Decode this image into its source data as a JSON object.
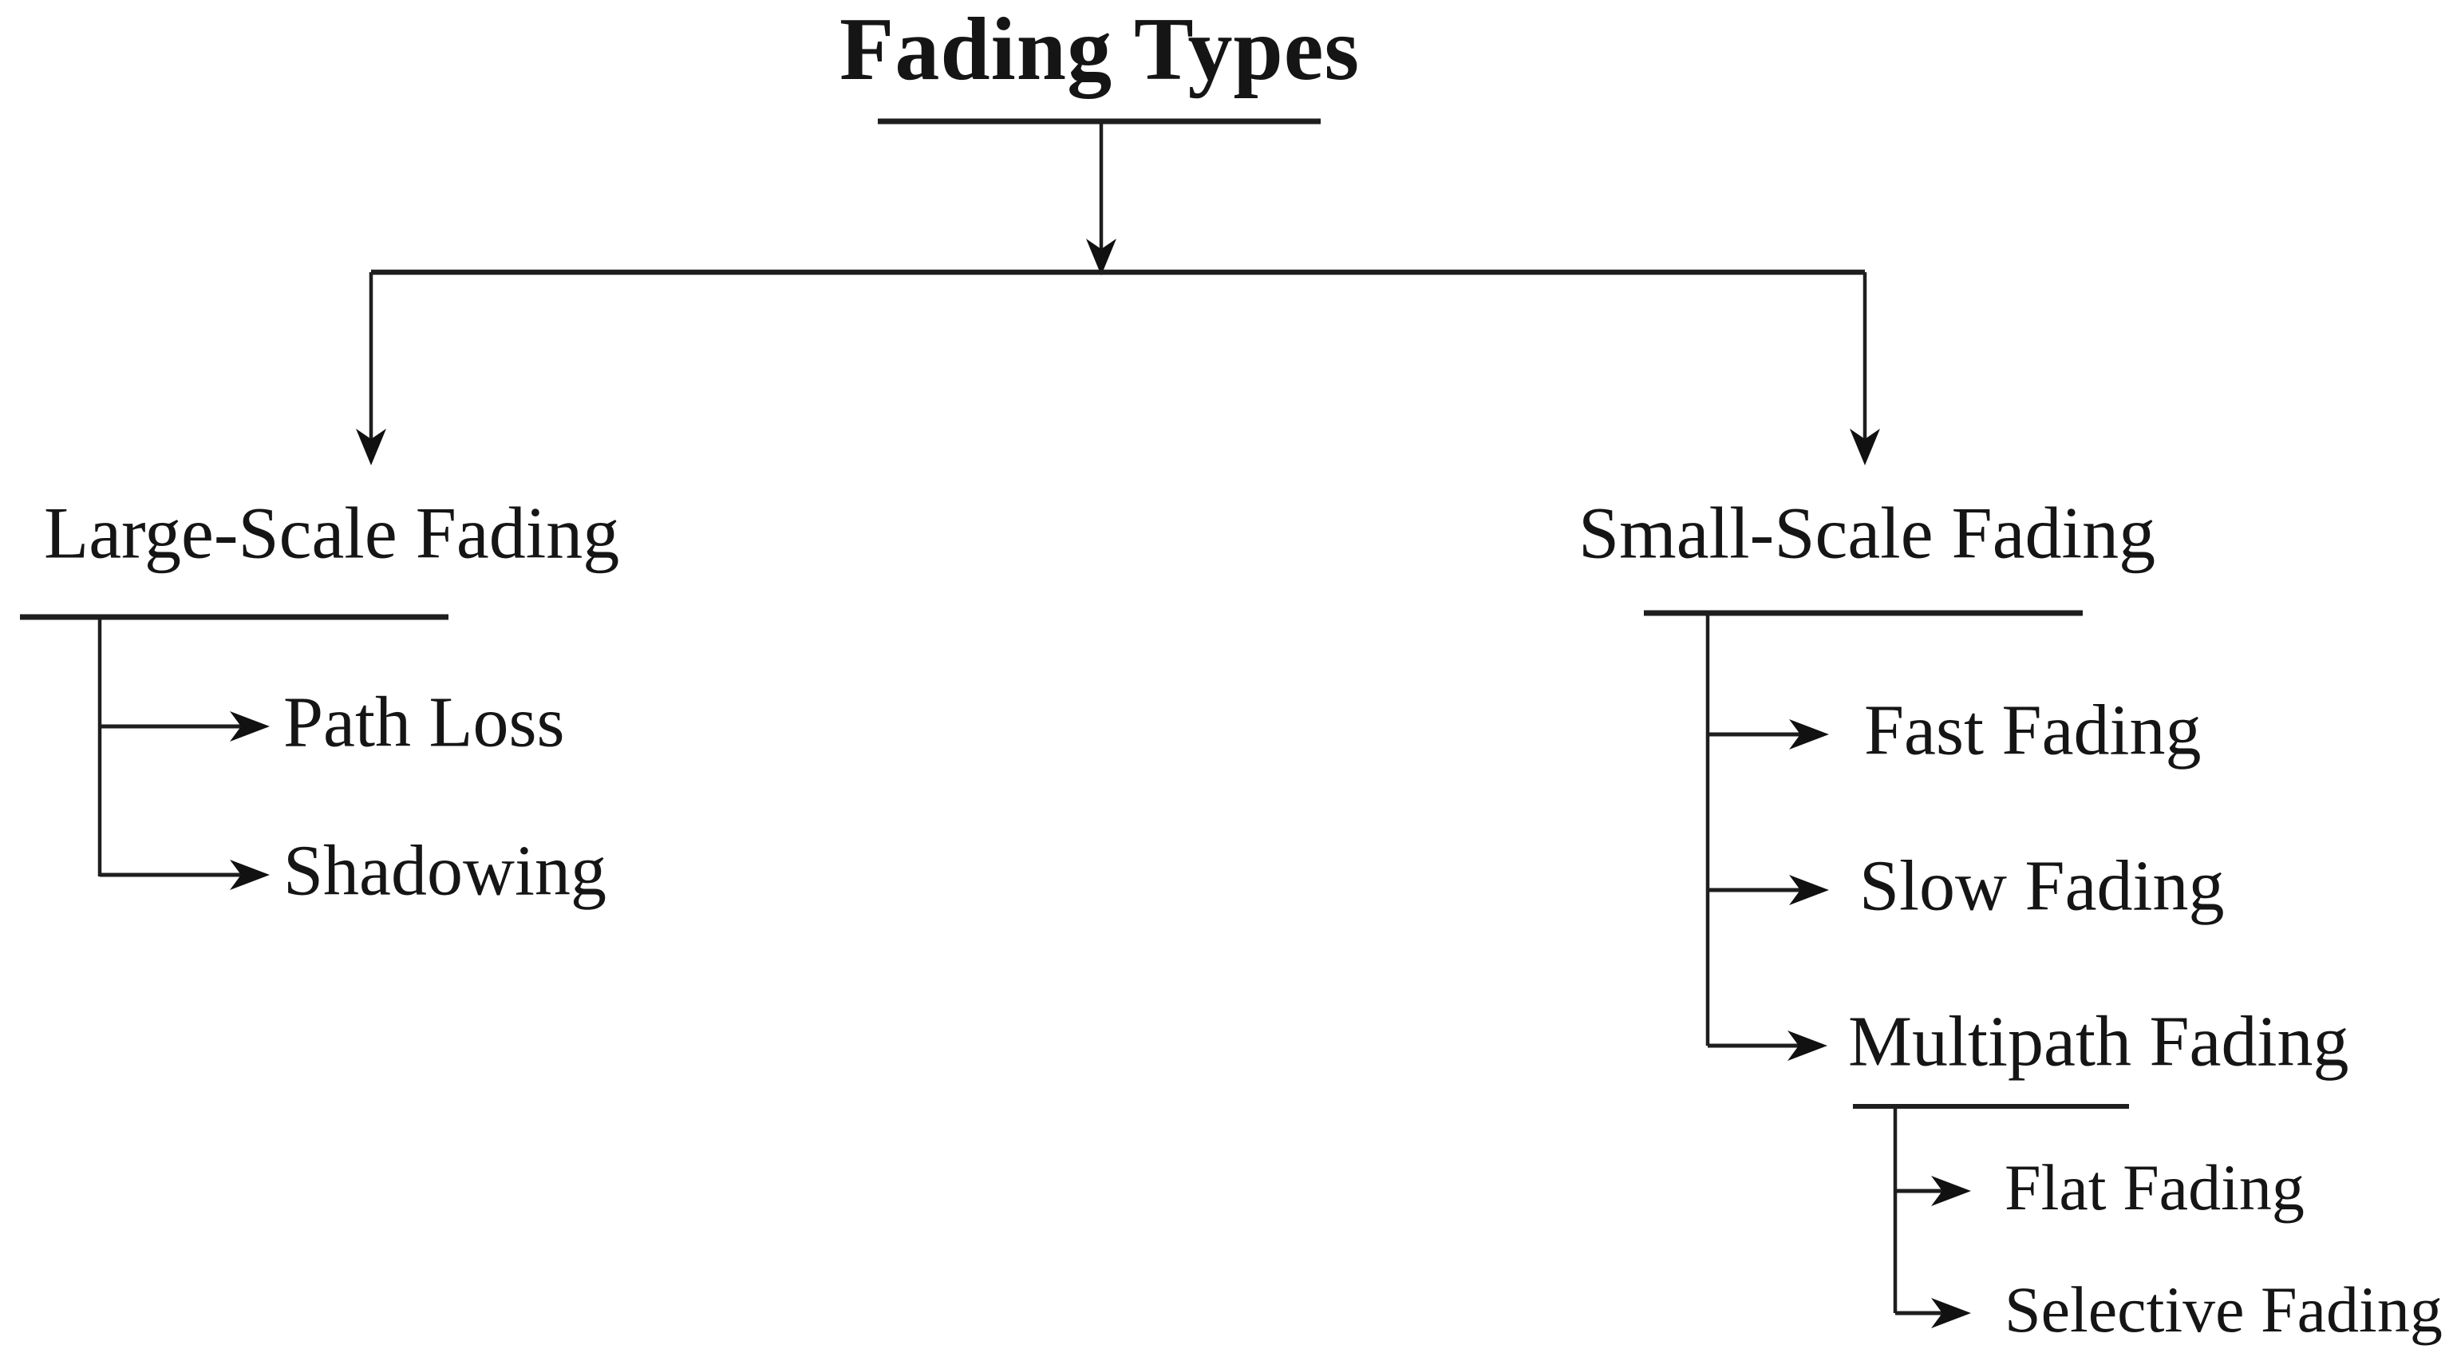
{
  "page": {
    "background_color": "#ffffff",
    "line_color": "#1e1e1e",
    "text_color": "#151515"
  },
  "tree": {
    "root_label": "Fading Types",
    "large_scale": {
      "label": "Large-Scale Fading",
      "children": {
        "path_loss": "Path Loss",
        "shadowing": "Shadowing"
      }
    },
    "small_scale": {
      "label": "Small-Scale Fading",
      "children": {
        "fast": "Fast Fading",
        "slow": "Slow Fading",
        "multipath": {
          "label": "Multipath Fading",
          "children": {
            "flat": "Flat Fading",
            "selective": "Selective Fading"
          }
        }
      }
    }
  }
}
